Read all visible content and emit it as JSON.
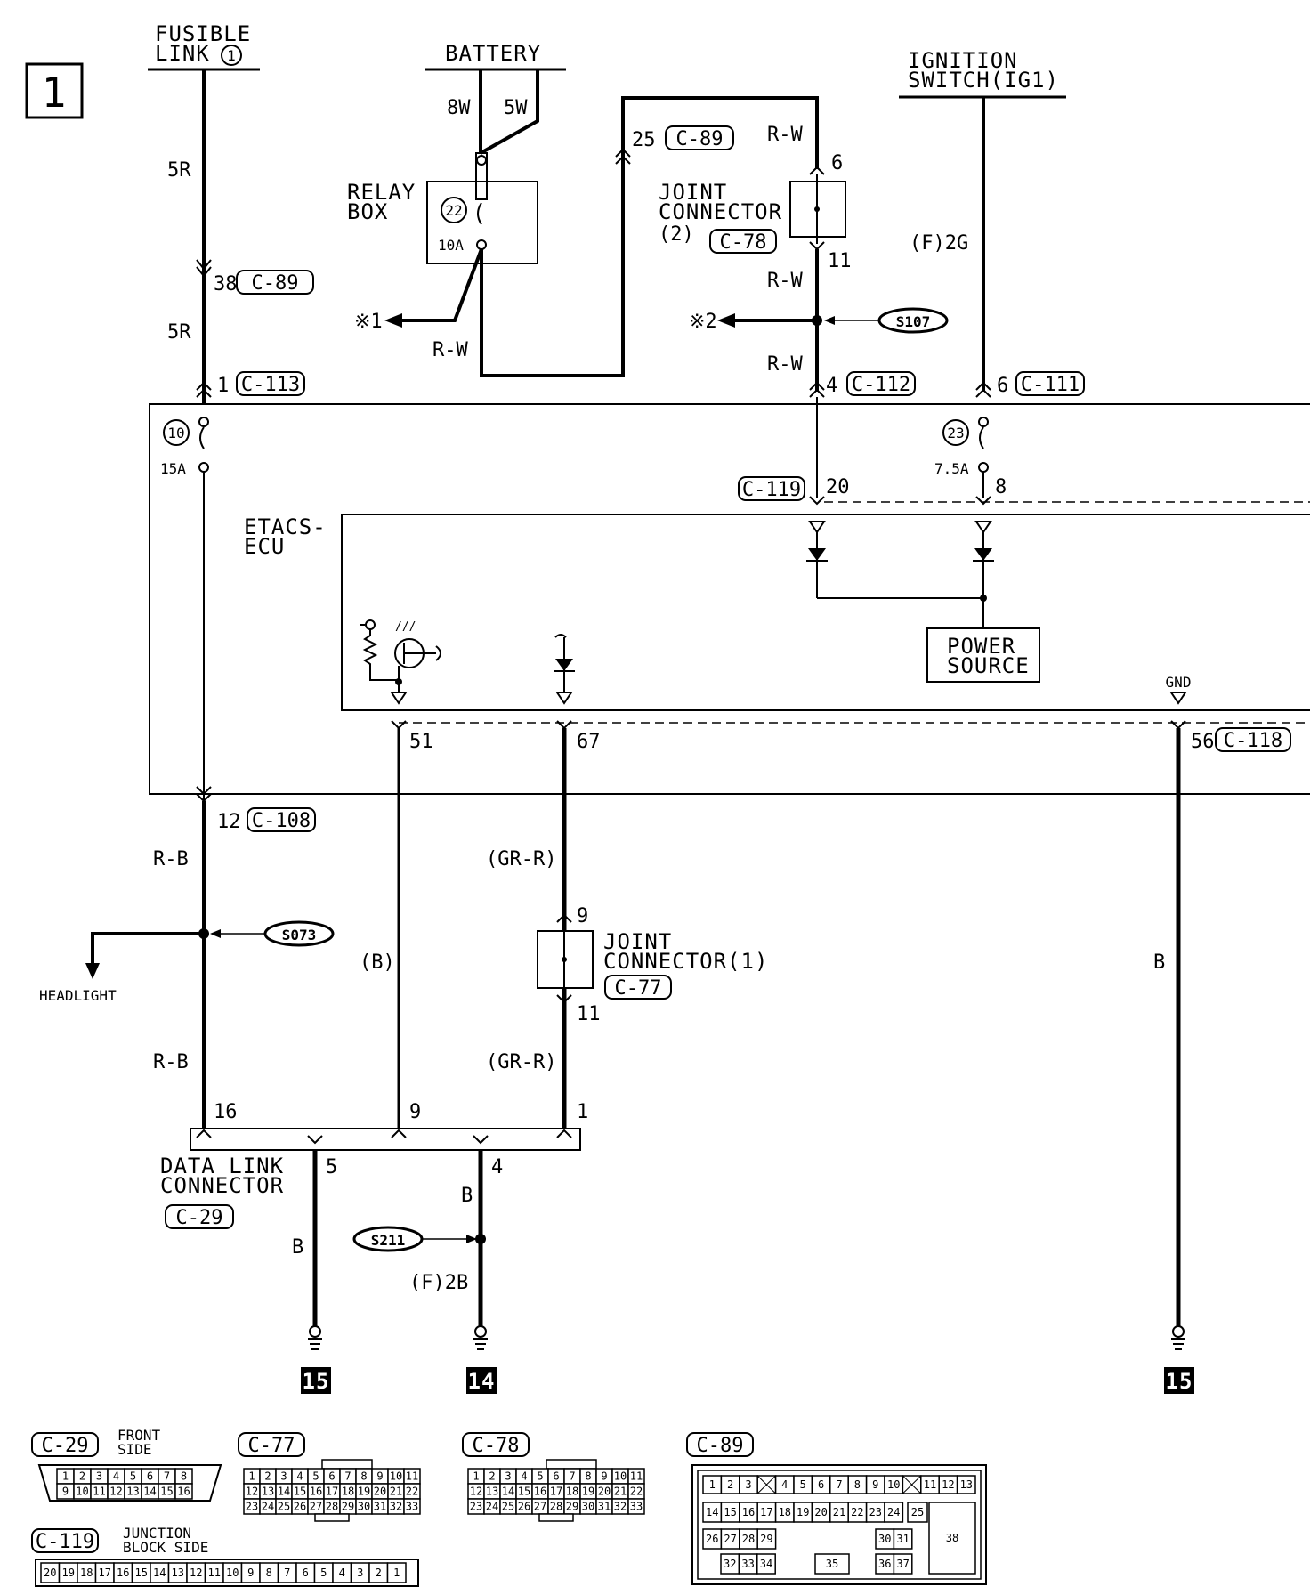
{
  "page_marker": "1",
  "sources": {
    "fusible_link_title": "FUSIBLE",
    "fusible_link_sub": "LINK",
    "fusible_link_num": "1",
    "battery": "BATTERY",
    "ignition_title": "IGNITION",
    "ignition_sub": "SWITCH(IG1)"
  },
  "relay_box": {
    "title": "RELAY",
    "title2": "BOX",
    "fuse_num": "22",
    "fuse_rating": "10A"
  },
  "etacs": {
    "title": "ETACS-",
    "title2": "ECU",
    "fuse10_num": "10",
    "fuse10_rating": "15A",
    "fuse23_num": "23",
    "fuse23_rating": "7.5A",
    "power_source1": "POWER",
    "power_source2": "SOURCE",
    "gnd": "GND"
  },
  "joint_connector_2": {
    "l1": "JOINT",
    "l2": "CONNECTOR",
    "l3": "(2)",
    "code": "C-78"
  },
  "joint_connector_1": {
    "l1": "JOINT",
    "l2": "CONNECTOR(1)",
    "code": "C-77"
  },
  "data_link": {
    "l1": "DATA LINK",
    "l2": "CONNECTOR",
    "code": "C-29"
  },
  "splices": {
    "s107": "S107",
    "s073": "S073",
    "s211": "S211"
  },
  "refs": {
    "x1": "※1",
    "x2": "※2",
    "headlight": "HEADLIGHT"
  },
  "wires": {
    "w_5R_top": "5R",
    "w_5R_bot": "5R",
    "w_8W": "8W",
    "w_5W": "5W",
    "w_RW_relay": "R-W",
    "w_RW_top": "R-W",
    "w_RW_mid": "R-W",
    "w_RW_low": "R-W",
    "w_F2G": "(F)2G",
    "w_RB_top": "R-B",
    "w_RB_bot": "R-B",
    "w_B_51": "(B)",
    "w_GRR_top": "(GR-R)",
    "w_GRR_bot": "(GR-R)",
    "w_B_56": "B",
    "w_B_dlc5": "B",
    "w_B_dlc4": "B",
    "w_F2B": "(F)2B"
  },
  "pins": {
    "p38": "38",
    "c89a": "C-89",
    "p1": "1",
    "c113": "C-113",
    "p25": "25",
    "c89b": "C-89",
    "p6": "6",
    "p11": "11",
    "p4": "4",
    "c112": "C-112",
    "p6b": "6",
    "c111": "C-111",
    "c119": "C-119",
    "p20": "20",
    "p8": "8",
    "p51": "51",
    "p67": "67",
    "p56": "56",
    "c118": "C-118",
    "p12": "12",
    "c108": "C-108",
    "p9": "9",
    "p11b": "11",
    "p16": "16",
    "p9b": "9",
    "p1b": "1",
    "p5": "5",
    "p4b": "4"
  },
  "grounds": {
    "g15a": "15",
    "g14": "14",
    "g15b": "15"
  },
  "connector_views": {
    "c29": {
      "code": "C-29",
      "label1": "FRONT",
      "label2": "SIDE",
      "row1": [
        "1",
        "2",
        "3",
        "4",
        "5",
        "6",
        "7",
        "8"
      ],
      "row2": [
        "9",
        "10",
        "11",
        "12",
        "13",
        "14",
        "15",
        "16"
      ]
    },
    "c77": {
      "code": "C-77",
      "row1": [
        "1",
        "2",
        "3",
        "4",
        "5",
        "6",
        "7",
        "8",
        "9",
        "10",
        "11"
      ],
      "row2": [
        "12",
        "13",
        "14",
        "15",
        "16",
        "17",
        "18",
        "19",
        "20",
        "21",
        "22"
      ],
      "row3": [
        "23",
        "24",
        "25",
        "26",
        "27",
        "28",
        "29",
        "30",
        "31",
        "32",
        "33"
      ]
    },
    "c78": {
      "code": "C-78",
      "row1": [
        "1",
        "2",
        "3",
        "4",
        "5",
        "6",
        "7",
        "8",
        "9",
        "10",
        "11"
      ],
      "row2": [
        "12",
        "13",
        "14",
        "15",
        "16",
        "17",
        "18",
        "19",
        "20",
        "21",
        "22"
      ],
      "row3": [
        "23",
        "24",
        "25",
        "26",
        "27",
        "28",
        "29",
        "30",
        "31",
        "32",
        "33"
      ]
    },
    "c89": {
      "code": "C-89",
      "row1": [
        "1",
        "2",
        "3",
        "",
        "4",
        "5",
        "6",
        "7",
        "8",
        "9",
        "10",
        "",
        "11",
        "12",
        "13"
      ],
      "row2": [
        "14",
        "15",
        "16",
        "17",
        "18",
        "19",
        "20",
        "21",
        "22",
        "23",
        "24",
        "25"
      ],
      "row3": [
        "26",
        "27",
        "28",
        "29",
        "30",
        "31"
      ],
      "row4": [
        "32",
        "33",
        "34",
        "35",
        "36",
        "37"
      ],
      "big": "38"
    },
    "c119": {
      "code": "C-119",
      "label1": "JUNCTION",
      "label2": "BLOCK SIDE",
      "row": [
        "20",
        "19",
        "18",
        "17",
        "16",
        "15",
        "14",
        "13",
        "12",
        "11",
        "10",
        "9",
        "8",
        "7",
        "6",
        "5",
        "4",
        "3",
        "2",
        "1"
      ]
    }
  }
}
